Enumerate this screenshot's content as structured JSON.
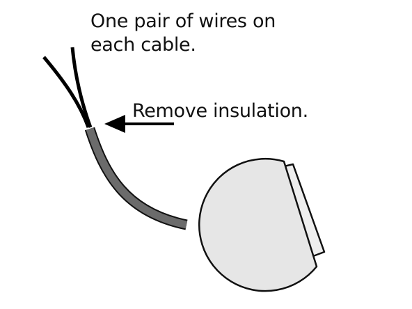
{
  "labels": {
    "wires_line1": "One pair of wires on",
    "wires_line2": "each cable.",
    "insulation": "Remove insulation."
  },
  "colors": {
    "wire": "#000000",
    "cable_jacket": "#6b6b6b",
    "earbud_body": "#e6e6e6",
    "earbud_outline": "#111111",
    "arrow": "#000000"
  }
}
